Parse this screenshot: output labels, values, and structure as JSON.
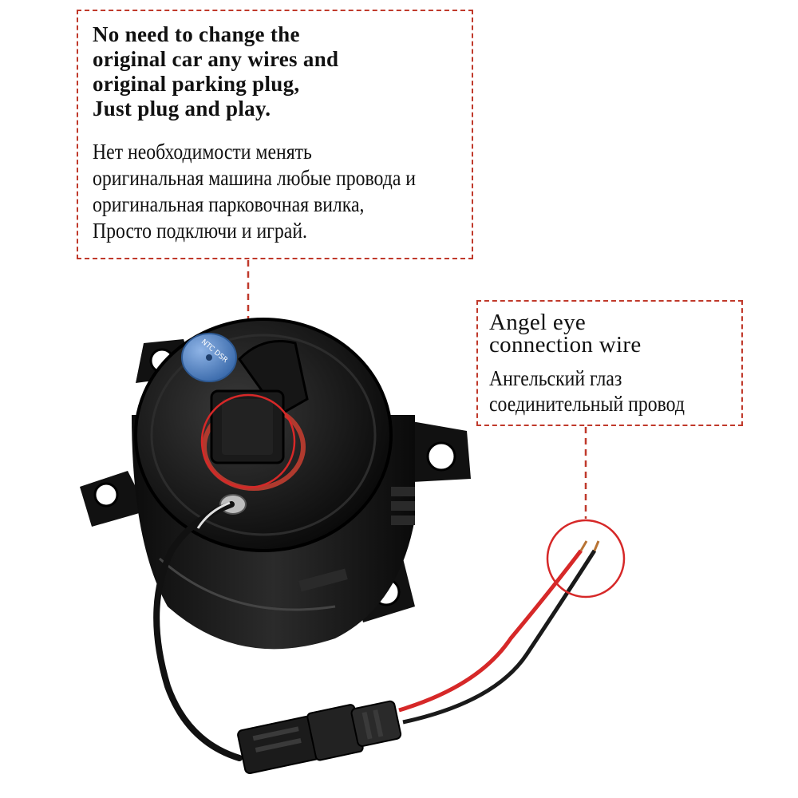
{
  "callouts": {
    "plug": {
      "english": [
        "No need to change the",
        "original car any wires and",
        "original parking plug,",
        "Just plug and play."
      ],
      "russian": [
        "Нет необходимости менять",
        "оригинальная машина любые провода и",
        "оригинальная парковочная вилка,",
        "Просто подключи и играй."
      ]
    },
    "wire": {
      "english": [
        "Angel eye",
        "connection wire"
      ],
      "russian": [
        "Ангельский глаз",
        "соединительный провод"
      ]
    }
  },
  "cap_text": "NTC DSR",
  "colors": {
    "callout_border": "#c0392b",
    "housing": "#141414",
    "cap": "#4a7fc1",
    "wire_red": "#d62828",
    "wire_black": "#1a1a1a"
  }
}
